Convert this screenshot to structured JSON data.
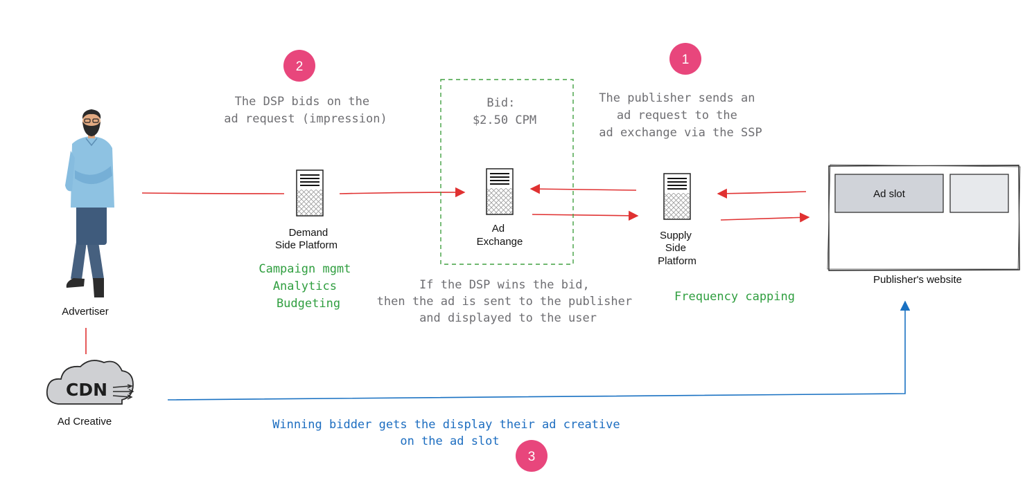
{
  "nodes": {
    "advertiser": {
      "label": "Advertiser"
    },
    "cdn": {
      "icon_text": "CDN",
      "label": "Ad Creative"
    },
    "dsp": {
      "label_lines": [
        "Demand",
        "Side Platform"
      ],
      "features": [
        "Campaign mgmt",
        "Analytics",
        "Budgeting"
      ]
    },
    "ad_exchange": {
      "label_lines": [
        "Ad",
        "Exchange"
      ],
      "bid_lines": [
        "Bid:",
        "$2.50 CPM"
      ]
    },
    "ssp": {
      "label_lines": [
        "Supply",
        "Side",
        "Platform"
      ],
      "features": [
        "Frequency capping"
      ]
    },
    "publisher_site": {
      "label": "Publisher's website",
      "ad_slot_label": "Ad slot"
    }
  },
  "steps": [
    {
      "number": "1",
      "text_lines": [
        "The publisher sends an",
        "ad request to the",
        "ad exchange via the SSP"
      ]
    },
    {
      "number": "2",
      "text_lines": [
        "The DSP bids on the",
        "ad request (impression)"
      ]
    },
    {
      "number": "3",
      "text_lines": [
        "Winning bidder gets the display their ad creative",
        "on the ad slot"
      ]
    }
  ],
  "exchange_note_lines": [
    "If the DSP wins the bid,",
    "then the ad is sent to the publisher",
    "and displayed to the user"
  ],
  "colors": {
    "request_arrow": "#e03131",
    "delivery_arrow": "#1971c2",
    "badge": "#e8467c",
    "note_gray": "#6e6e72",
    "feature_green": "#2f9e3f",
    "exchange_border": "#40a040"
  }
}
